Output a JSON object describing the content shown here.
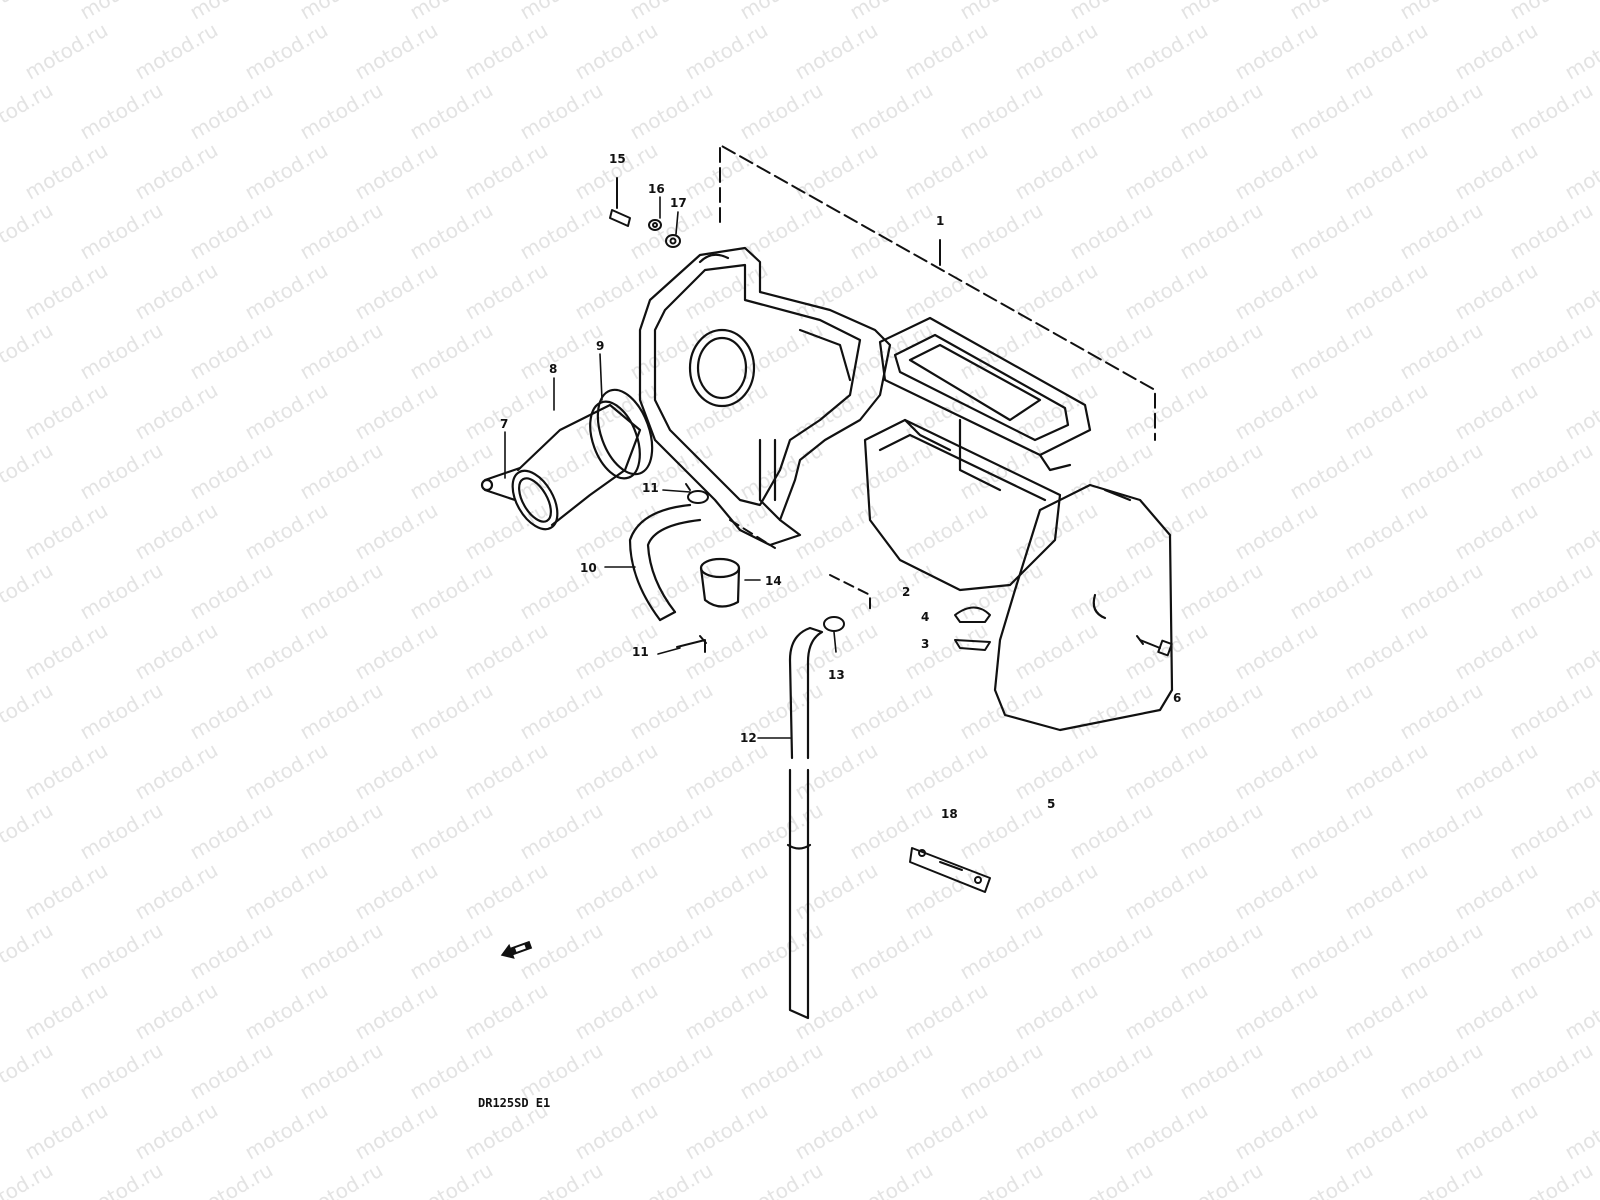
{
  "watermark": {
    "text": "motod.ru",
    "color": "#e3e3e3"
  },
  "model_code": "DR125SD E1",
  "part_labels": {
    "p1": "1",
    "p2": "2",
    "p3": "3",
    "p4": "4",
    "p5": "5",
    "p6": "6",
    "p7": "7",
    "p8": "8",
    "p9": "9",
    "p10": "10",
    "p11a": "11",
    "p11b": "11",
    "p12": "12",
    "p13": "13",
    "p14": "14",
    "p15": "15",
    "p16": "16",
    "p17": "17",
    "p18": "18"
  },
  "colors": {
    "ink": "#111111",
    "background": "#ffffff"
  },
  "icons": {
    "front_arrow": "front-direction-arrow-icon"
  }
}
